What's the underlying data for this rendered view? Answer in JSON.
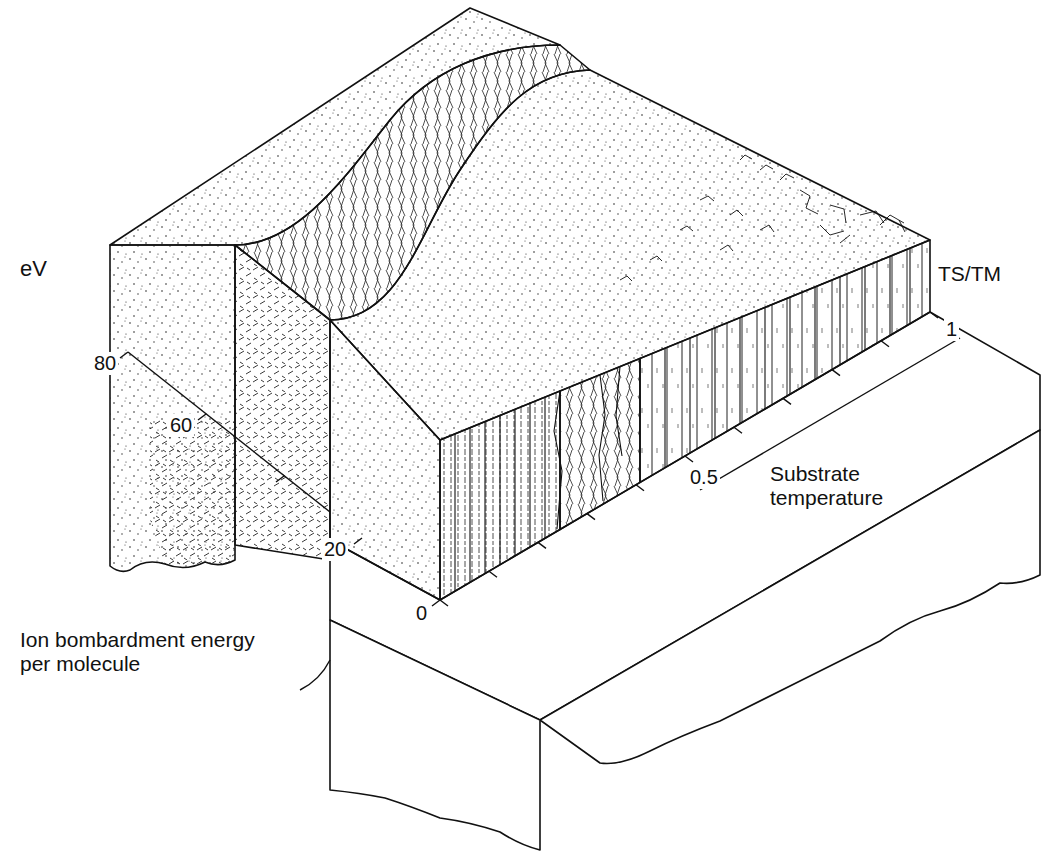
{
  "diagram": {
    "labels": [
      "eV",
      "80",
      "60",
      "20",
      "0",
      "Ion bombardment energy per molecule",
      "TS/TM",
      "1",
      "0.5",
      "Substrate temperature"
    ]
  }
}
